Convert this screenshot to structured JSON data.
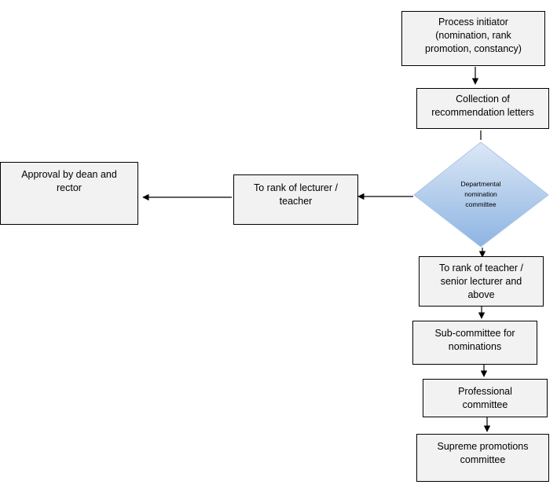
{
  "nodes": {
    "initiator": "Process initiator\n(nomination, rank\npromotion, constancy)",
    "collection": "Collection of\nrecommendation letters",
    "committee": "Departmental\nnomination\ncommittee",
    "lecturer": "To rank of lecturer /\nteacher",
    "approval": "Approval by dean and\nrector",
    "senior": "To rank of teacher /\nsenior lecturer and\nabove",
    "subcommittee": "Sub-committee for\nnominations",
    "professional": "Professional\ncommittee",
    "supreme": "Supreme promotions\ncommittee"
  },
  "colors": {
    "box_fill": "#f2f2f2",
    "diamond_top": "#dce8f6",
    "diamond_bottom": "#8db4e2",
    "line": "#000000"
  }
}
